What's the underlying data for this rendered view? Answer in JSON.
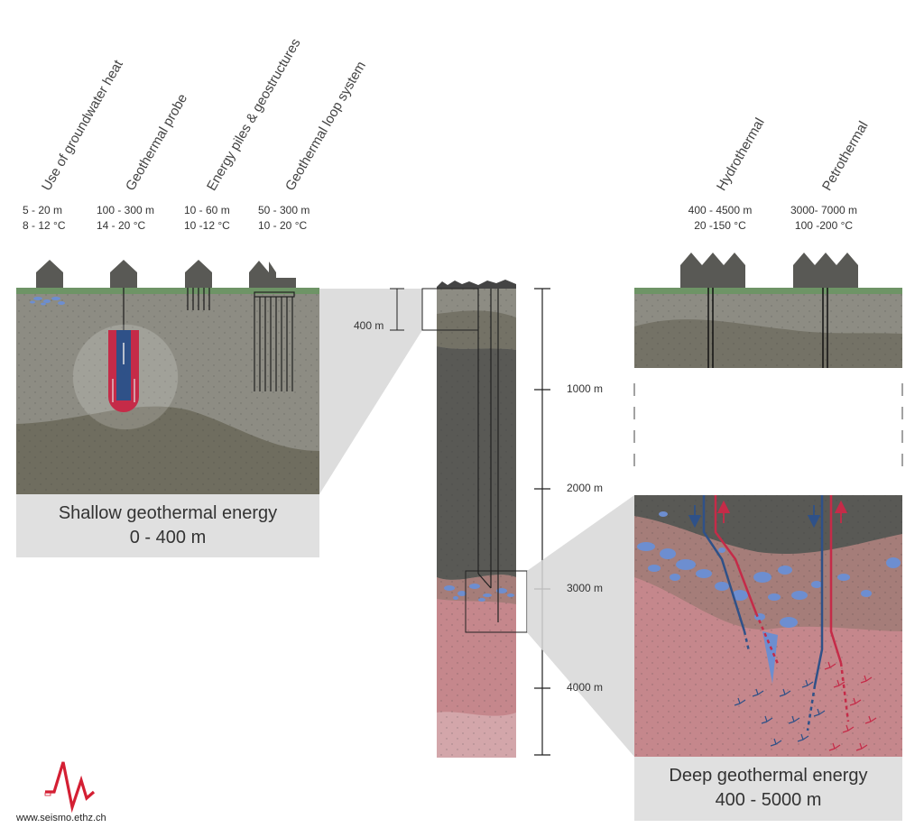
{
  "shallow": {
    "types": [
      {
        "label": "Use of groundwater heat",
        "depth": "5 - 20 m",
        "temp": "8 - 12 °C"
      },
      {
        "label": "Geothermal probe",
        "depth": "100 - 300 m",
        "temp": "14 - 20 °C"
      },
      {
        "label": "Energy piles & geostructures",
        "depth": "10 - 60 m",
        "temp": "10 -12 °C"
      },
      {
        "label": "Geothermal loop system",
        "depth": "50 - 300 m",
        "temp": "10 - 20 °C"
      }
    ],
    "caption_title": "Shallow geothermal energy",
    "caption_range": "0 - 400 m"
  },
  "deep": {
    "types": [
      {
        "label": "Hydrothermal",
        "depth": "400 - 4500 m",
        "temp": "20 -150 °C"
      },
      {
        "label": "Petrothermal",
        "depth": "3000- 7000 m",
        "temp": "100 -200 °C"
      }
    ],
    "caption_title": "Deep geothermal energy",
    "caption_range": "400 - 5000 m"
  },
  "column": {
    "marker_label": "400 m",
    "depth_ticks": [
      "1000 m",
      "2000 m",
      "3000 m",
      "4000 m"
    ]
  },
  "footer": {
    "website": "www.seismo.ethz.ch",
    "logo_icon": "seismogram-logo-icon"
  },
  "colors": {
    "grass": "#6e9466",
    "layer_light": "#8d8c83",
    "layer_mid": "#747266",
    "layer_dark": "#595955",
    "rock_pink": "#c5878c",
    "aquifer_blue": "#6d8ed0",
    "cold_pipe": "#2f5188",
    "hot_pipe": "#c52b48"
  }
}
